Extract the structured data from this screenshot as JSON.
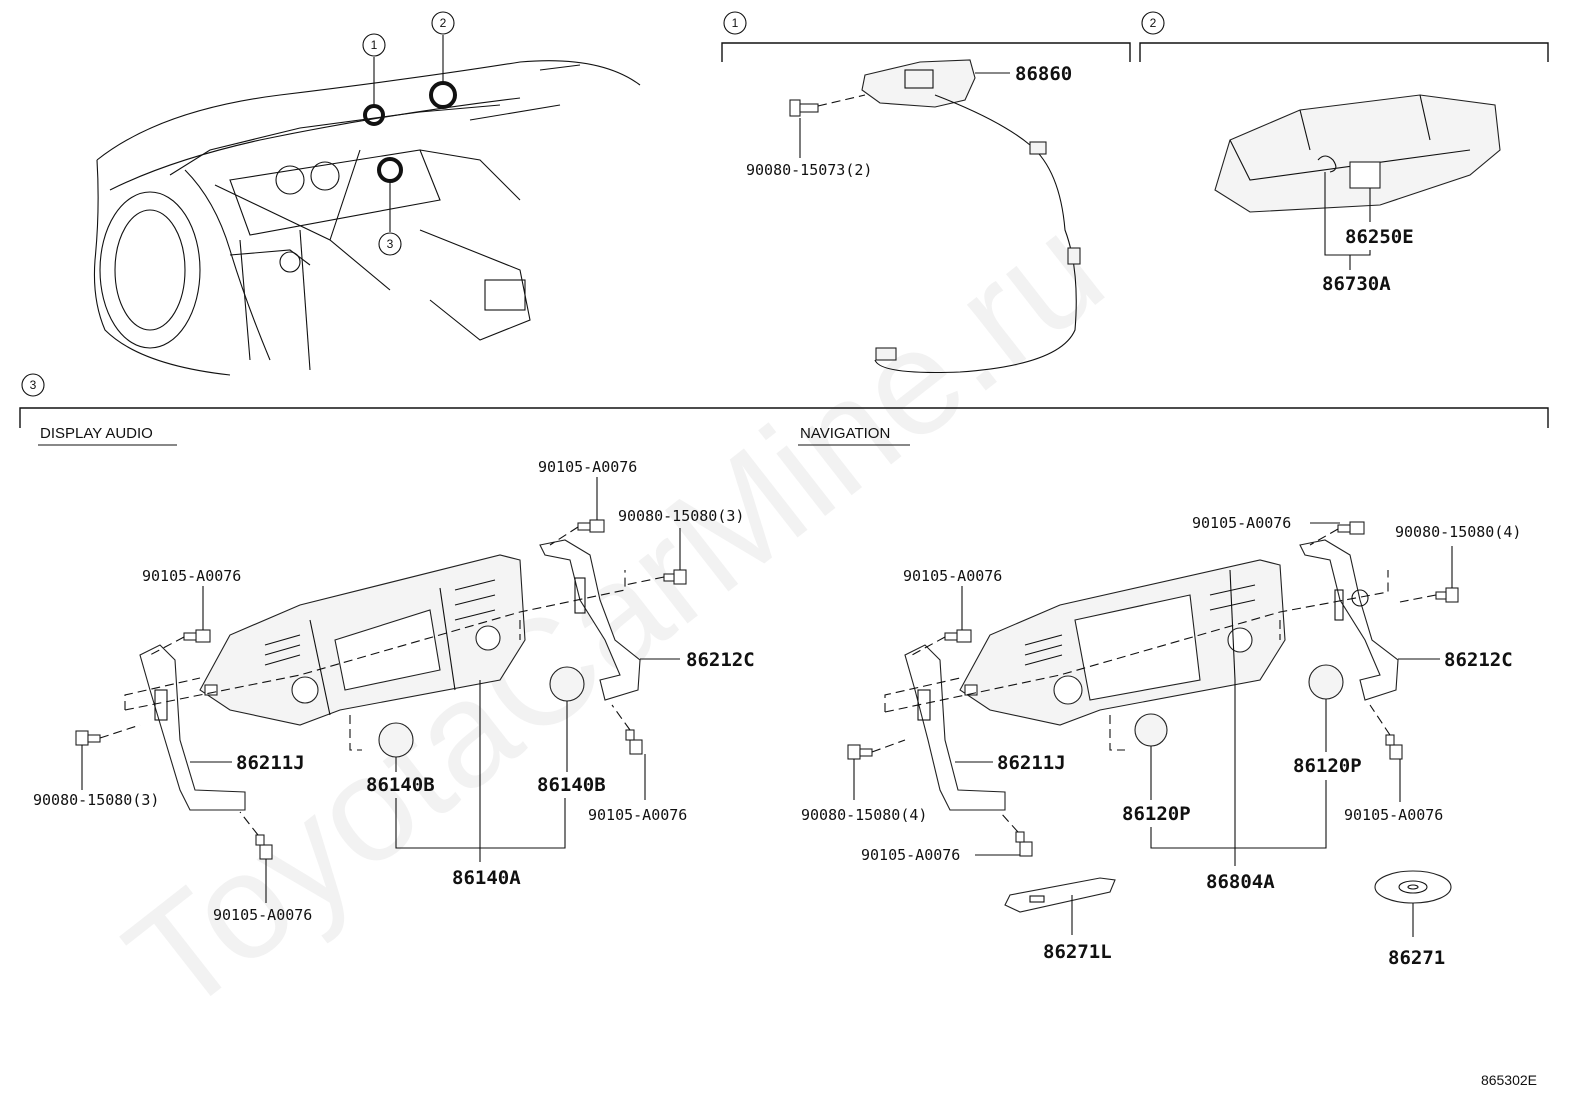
{
  "watermark": "ToyotaCarMine.ru",
  "diagram_code": "865302E",
  "callouts": {
    "c1": "1",
    "c2": "2",
    "c3": "3"
  },
  "sections": {
    "display_audio": "DISPLAY AUDIO",
    "navigation": "NAVIGATION"
  },
  "parts": {
    "p86860": "86860",
    "p90080_15073": "90080-15073(2)",
    "p86250E": "86250E",
    "p86730A": "86730A",
    "da_90105_top": "90105-A0076",
    "da_90080_right": "90080-15080(3)",
    "da_90105_left": "90105-A0076",
    "da_86212C": "86212C",
    "da_86211J": "86211J",
    "da_90080_left": "90080-15080(3)",
    "da_86140B_left": "86140B",
    "da_86140B_right": "86140B",
    "da_90105_right": "90105-A0076",
    "da_86140A": "86140A",
    "da_90105_bottom": "90105-A0076",
    "nav_90105_top": "90105-A0076",
    "nav_90080_right": "90080-15080(4)",
    "nav_90105_left": "90105-A0076",
    "nav_86212C": "86212C",
    "nav_86211J": "86211J",
    "nav_90080_left": "90080-15080(4)",
    "nav_86120P_left": "86120P",
    "nav_86120P_right": "86120P",
    "nav_90105_right": "90105-A0076",
    "nav_90105_bottom": "90105-A0076",
    "nav_86804A": "86804A",
    "nav_86271L": "86271L",
    "nav_86271": "86271"
  }
}
